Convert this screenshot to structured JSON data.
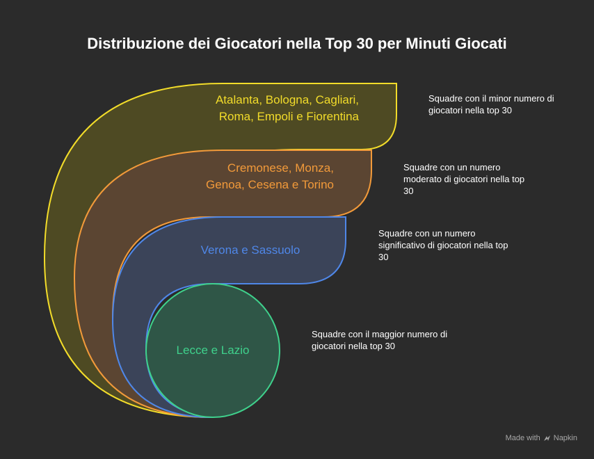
{
  "title": "Distribuzione dei Giocatori nella Top 30 per Minuti Giocati",
  "layers": [
    {
      "label": "Atalanta, Bologna, Cagliari, Roma, Empoli e Fiorentina",
      "color": "#f2dc2a",
      "fill": "#4e4a23",
      "description": "Squadre con il minor numero di giocatori nella top 30"
    },
    {
      "label": "Cremonese, Monza, Genoa, Cesena e Torino",
      "color": "#f29a3a",
      "fill": "#5b4532",
      "description": "Squadre con un numero moderato di giocatori nella top 30"
    },
    {
      "label": "Verona e Sassuolo",
      "color": "#4f87e8",
      "fill": "#3b4459",
      "description": "Squadre con un numero significativo di giocatori nella top 30"
    },
    {
      "label": "Lecce e Lazio",
      "color": "#3fd18c",
      "fill": "#2f5647",
      "description": "Squadre con il maggior numero di giocatori nella top 30"
    }
  ],
  "footer": {
    "made_with": "Made with",
    "brand": "Napkin"
  }
}
